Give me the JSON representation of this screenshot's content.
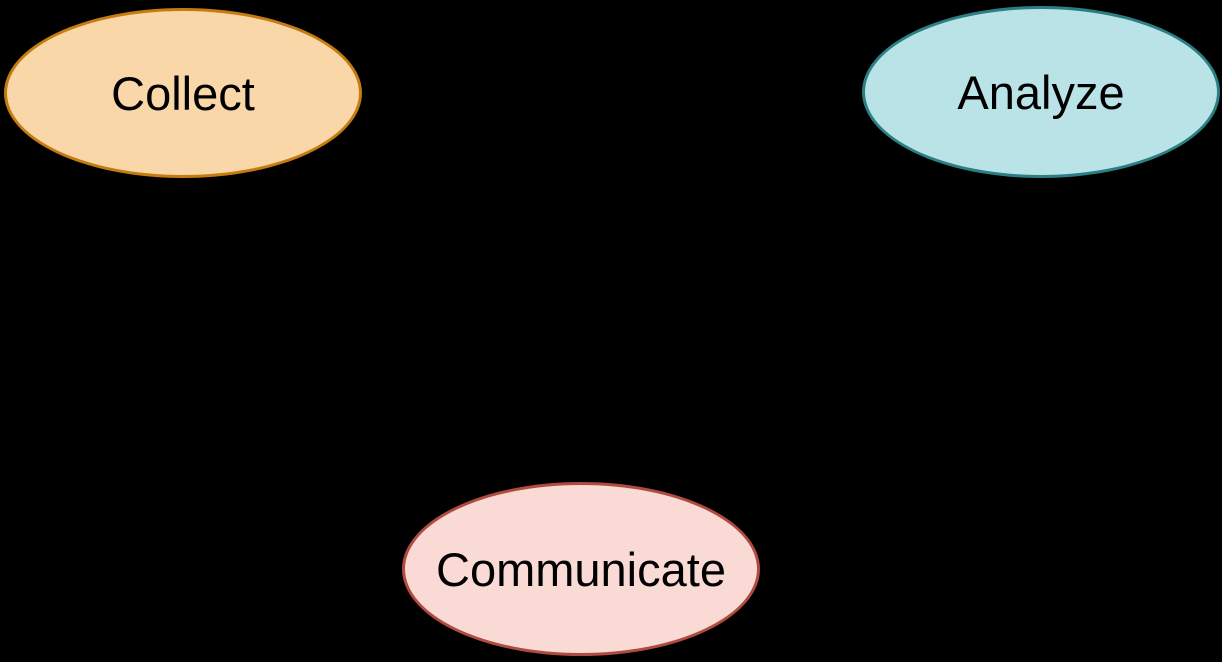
{
  "diagram": {
    "background": "#000000",
    "text_color": "#000000",
    "nodes": [
      {
        "id": "collect",
        "label": "Collect",
        "shape": "ellipse",
        "fill": "#FAD7A8",
        "stroke": "#C47C10"
      },
      {
        "id": "analyze",
        "label": "Analyze",
        "shape": "ellipse",
        "fill": "#B9E3E6",
        "stroke": "#2B7E83"
      },
      {
        "id": "communicate",
        "label": "Communicate",
        "shape": "ellipse",
        "fill": "#F9DAD5",
        "stroke": "#AF4B3F"
      }
    ]
  }
}
